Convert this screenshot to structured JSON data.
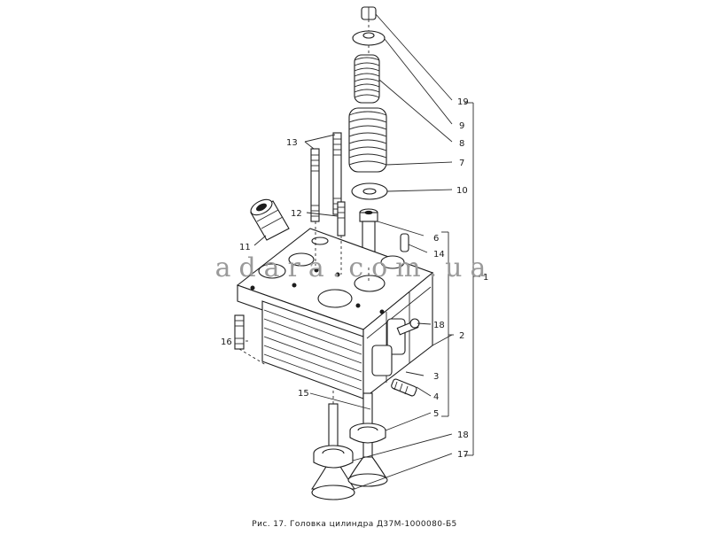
{
  "watermark": "adara.com.ua",
  "caption": "Рис. 17. Головка цилиндра Д37М-1000080-Б5",
  "callouts": {
    "c19": "19",
    "c9": "9",
    "c8": "8",
    "c7": "7",
    "c13": "13",
    "c10": "10",
    "c12": "12",
    "c6": "6",
    "c11": "11",
    "c14": "14",
    "c1": "1",
    "c18a": "18",
    "c2": "2",
    "c16": "16",
    "c3": "3",
    "c15": "15",
    "c4": "4",
    "c5": "5",
    "c18b": "18",
    "c17": "17"
  }
}
